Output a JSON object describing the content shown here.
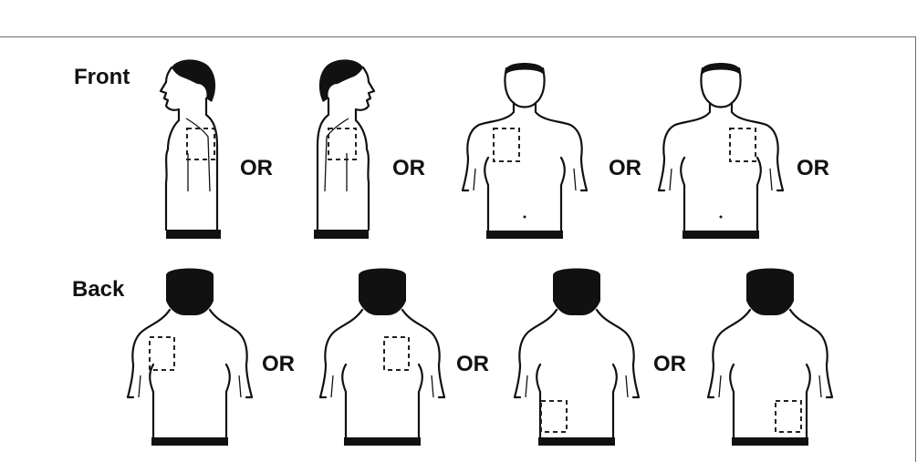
{
  "labels": {
    "front": "Front",
    "back": "Back",
    "or": "OR"
  },
  "figures": {
    "front": [
      {
        "view": "side-facing-left",
        "patch": "upper-arm-chest"
      },
      {
        "view": "side-facing-right",
        "patch": "upper-arm-chest"
      },
      {
        "view": "front",
        "patch": "upper-right-chest"
      },
      {
        "view": "front",
        "patch": "upper-left-chest"
      }
    ],
    "back": [
      {
        "view": "back",
        "patch": "upper-left-back"
      },
      {
        "view": "back",
        "patch": "upper-right-back"
      },
      {
        "view": "back",
        "patch": "lower-left-back"
      },
      {
        "view": "back",
        "patch": "lower-right-back"
      }
    ]
  },
  "colors": {
    "outline": "#111111",
    "patch": "#222222",
    "background": "#ffffff"
  }
}
